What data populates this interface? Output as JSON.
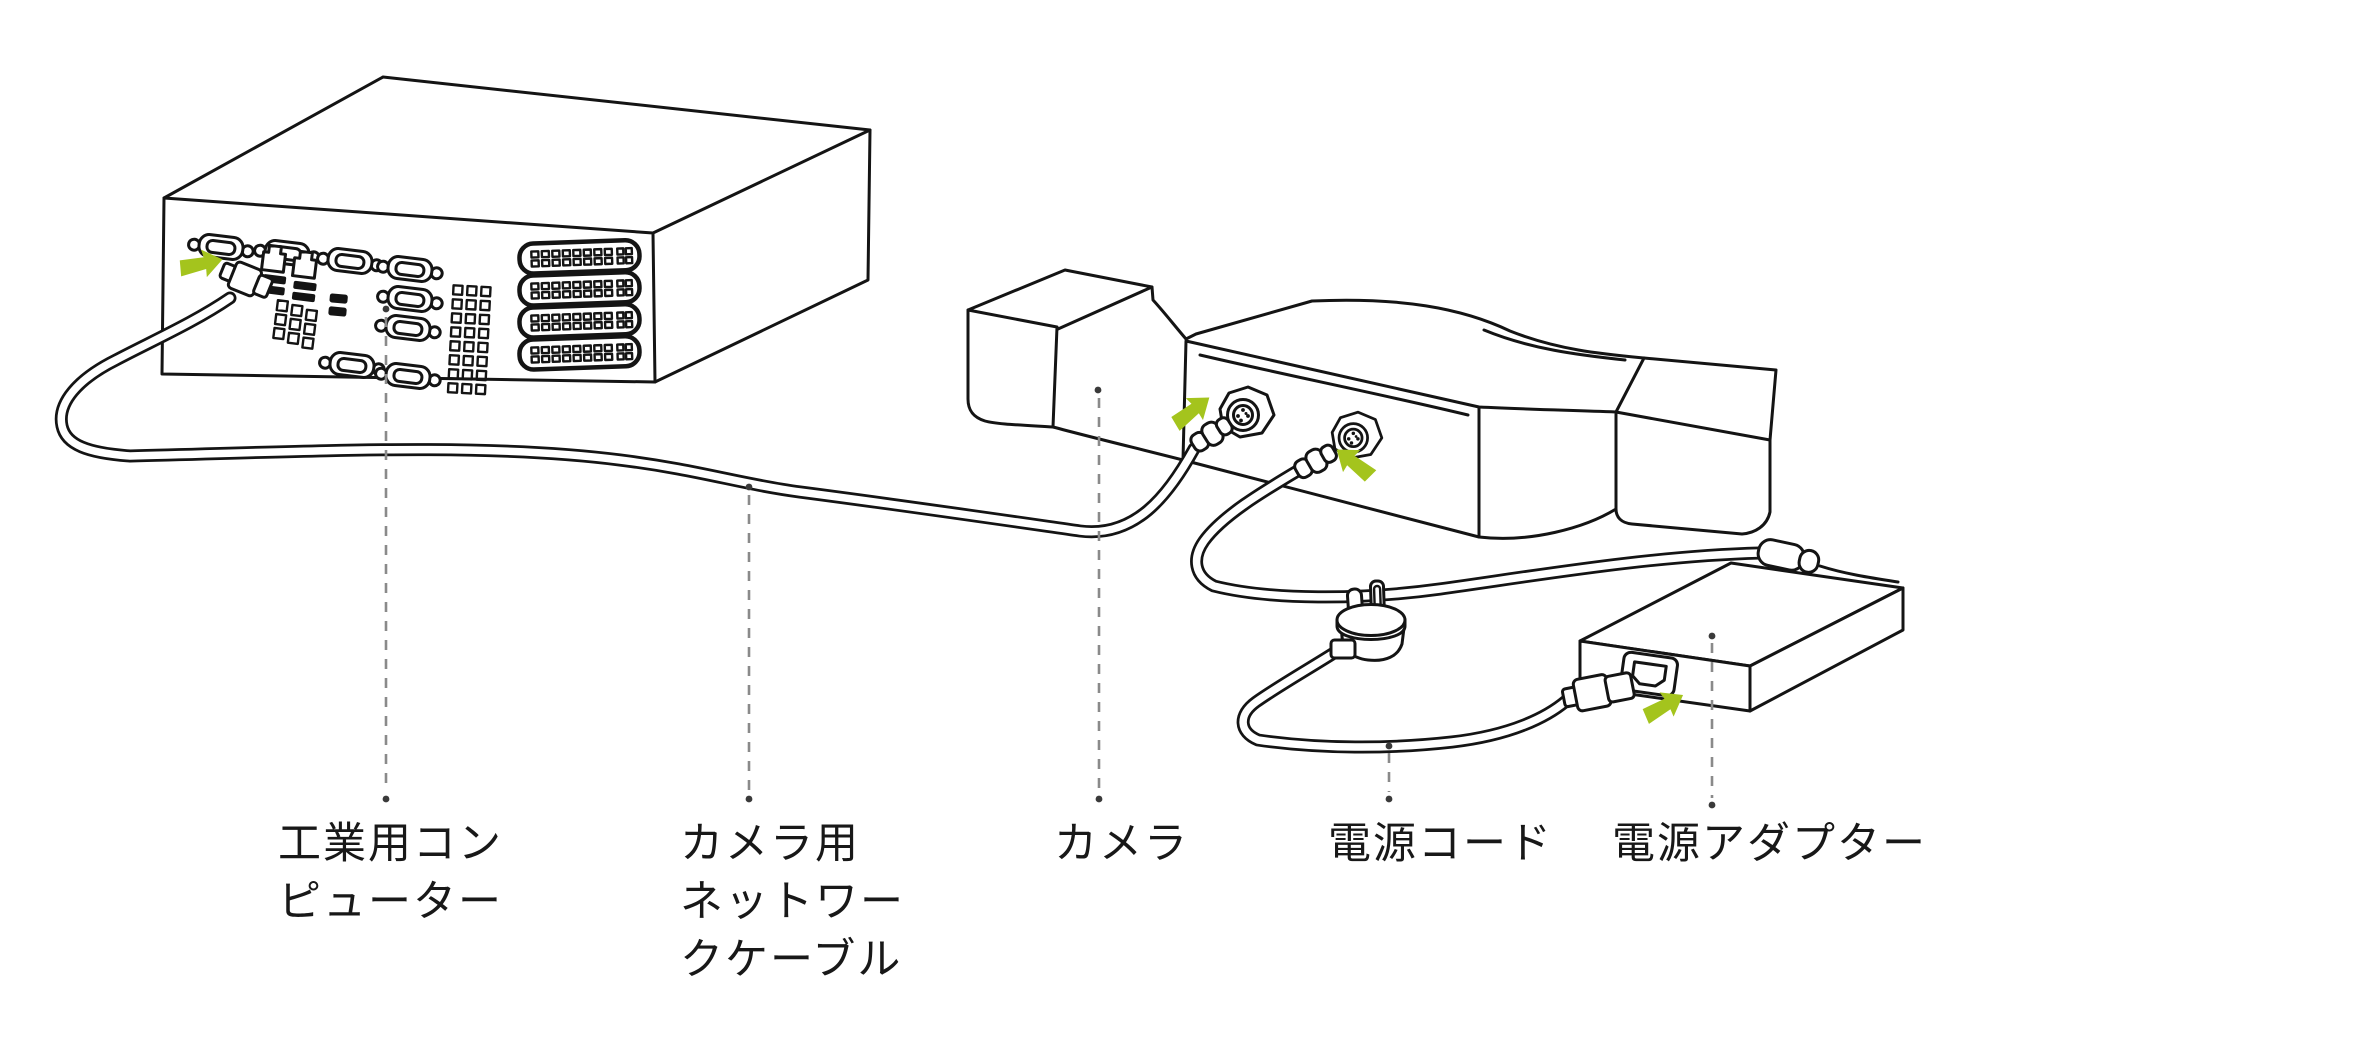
{
  "diagram": {
    "labels": {
      "computer": {
        "lines": [
          "工業用コン",
          "ピューター"
        ]
      },
      "network_cable": {
        "lines": [
          "カメラ用",
          "ネットワー",
          "クケーブル"
        ]
      },
      "camera": {
        "lines": [
          "カメラ"
        ]
      },
      "power_cord": {
        "lines": [
          "電源コード"
        ]
      },
      "power_adapter": {
        "lines": [
          "電源アダプター"
        ]
      }
    },
    "colors": {
      "accent_green": "#a4c41d",
      "line": "#141414",
      "leader": "#8a8a8a",
      "background": "#ffffff"
    }
  }
}
